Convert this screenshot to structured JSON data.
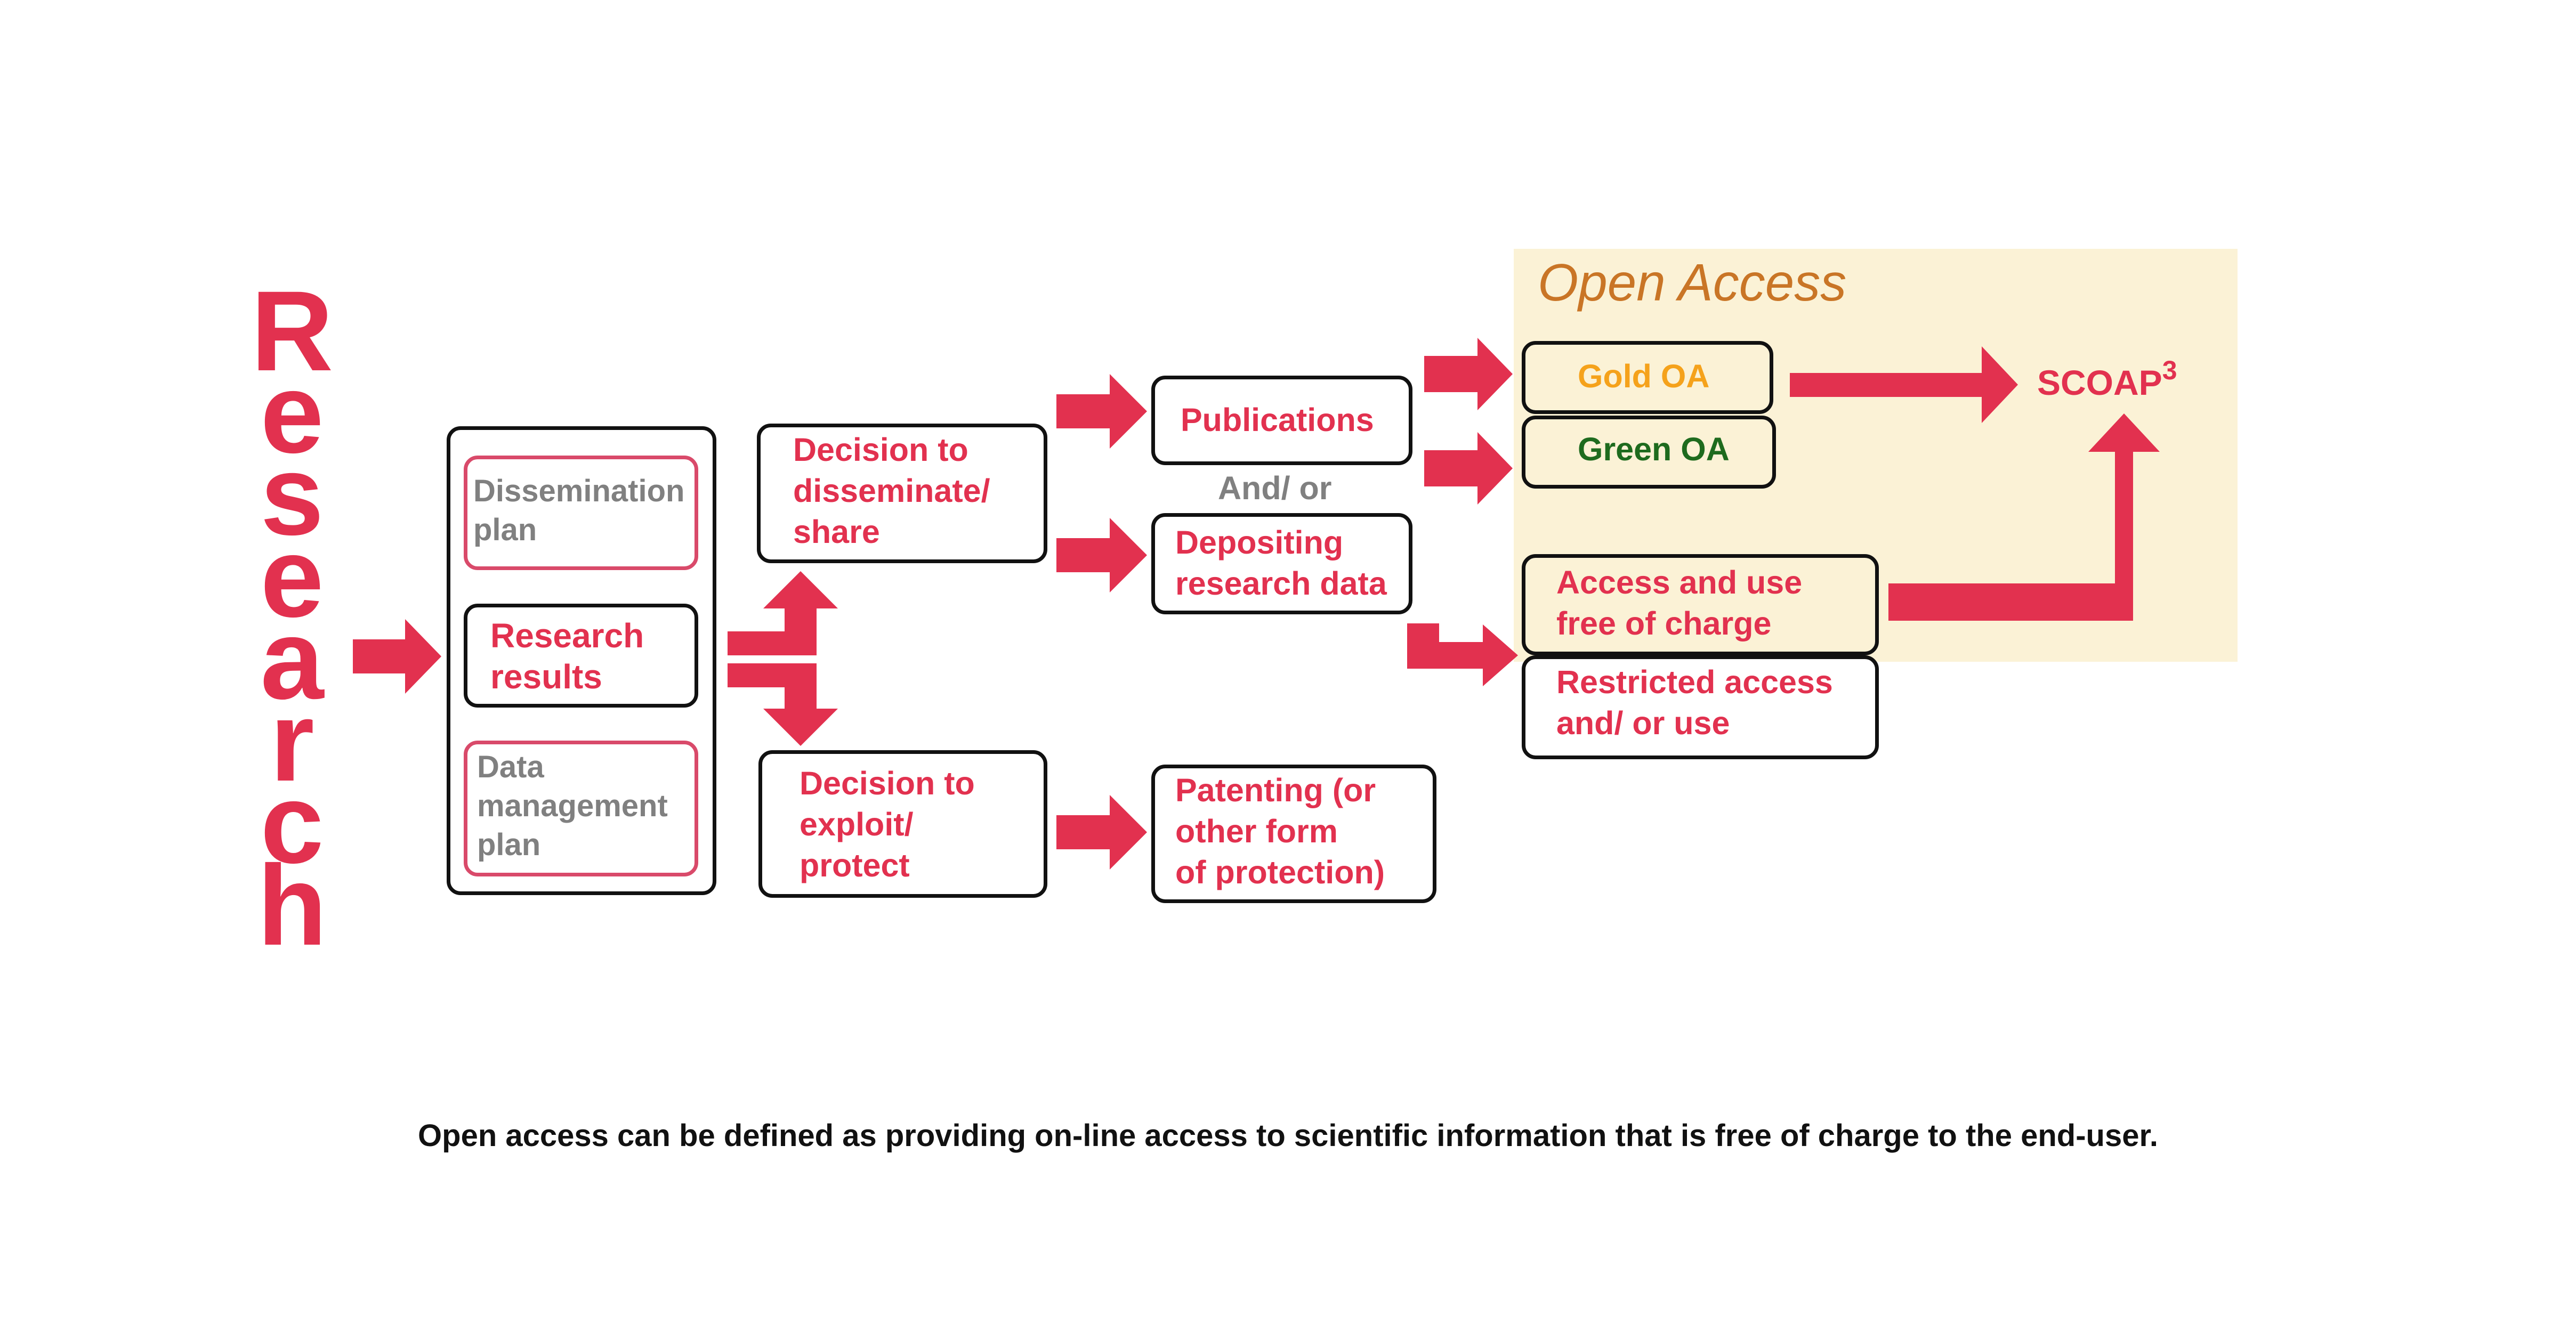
{
  "research_label": "Research",
  "open_access_title": "Open Access",
  "inner_boxes": {
    "dissemination_plan": "Dissemination\nplan",
    "research_results": "Research\nresults",
    "data_management_plan": "Data\nmanagement\nplan"
  },
  "decisions": {
    "disseminate": "Decision to\ndisseminate/\nshare",
    "exploit": "Decision to\nexploit/\nprotect"
  },
  "outputs": {
    "publications": "Publications",
    "and_or": "And/ or",
    "depositing": "Depositing\nresearch data",
    "patenting": "Patenting (or\nother form\nof protection)"
  },
  "access": {
    "gold_oa": "Gold OA",
    "green_oa": "Green OA",
    "free_access": "Access and use\nfree of charge",
    "restricted": "Restricted access\nand/ or use"
  },
  "scoap": {
    "name": "SCOAP",
    "superscript": "3"
  },
  "caption": "Open access can be defined as providing on-line access to scientific information that is free of charge to the end-user.",
  "colors": {
    "accent_red": "#e2314f",
    "open_access_bg": "#fbf2d6",
    "open_access_title": "#c97526",
    "gold": "#f5a21b",
    "green": "#1e6b1e",
    "grey": "#808080"
  }
}
